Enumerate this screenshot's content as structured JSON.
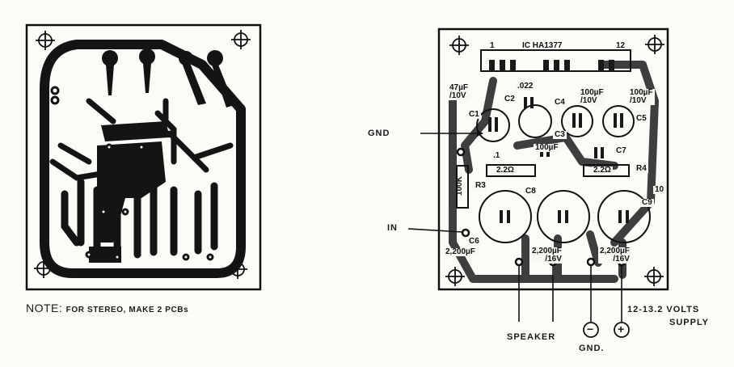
{
  "note": {
    "prefix": "NOTE:",
    "text": "FOR STEREO, MAKE 2 PCBs"
  },
  "external_labels": {
    "gnd_left": "GND",
    "in": "IN",
    "speaker": "SPEAKER",
    "gnd_bottom": "GND.",
    "minus_symbol": "−",
    "plus_symbol": "+",
    "supply_line1": "12-13.2 VOLTS",
    "supply_line2": "SUPPLY"
  },
  "components": {
    "pin1": "1",
    "ic": "IC HA1377",
    "pin12": "12",
    "c1_value": "47µF\n/10V",
    "c1": "C1",
    "c2_value": ".022",
    "c2": "C2",
    "c3": "C3",
    "c3_value": "100µF\n/10V",
    "c4": "C4",
    "c4_value": "100µF\n/10V",
    "c5": "C5",
    "c5_value": "100µF",
    "c7": "C7",
    "c10_value": ".1",
    "r1": "2.2Ω",
    "r2": "2.2Ω",
    "r3": "R3",
    "r3_value": "100K",
    "r4": "R4",
    "c8": "C8",
    "c9": "C9",
    "c10": "10",
    "c6": "C6",
    "c6_value": "2,200µF",
    "c8_value": "2,200µF\n/16V",
    "c9_value": "2,200µF\n/16V"
  }
}
